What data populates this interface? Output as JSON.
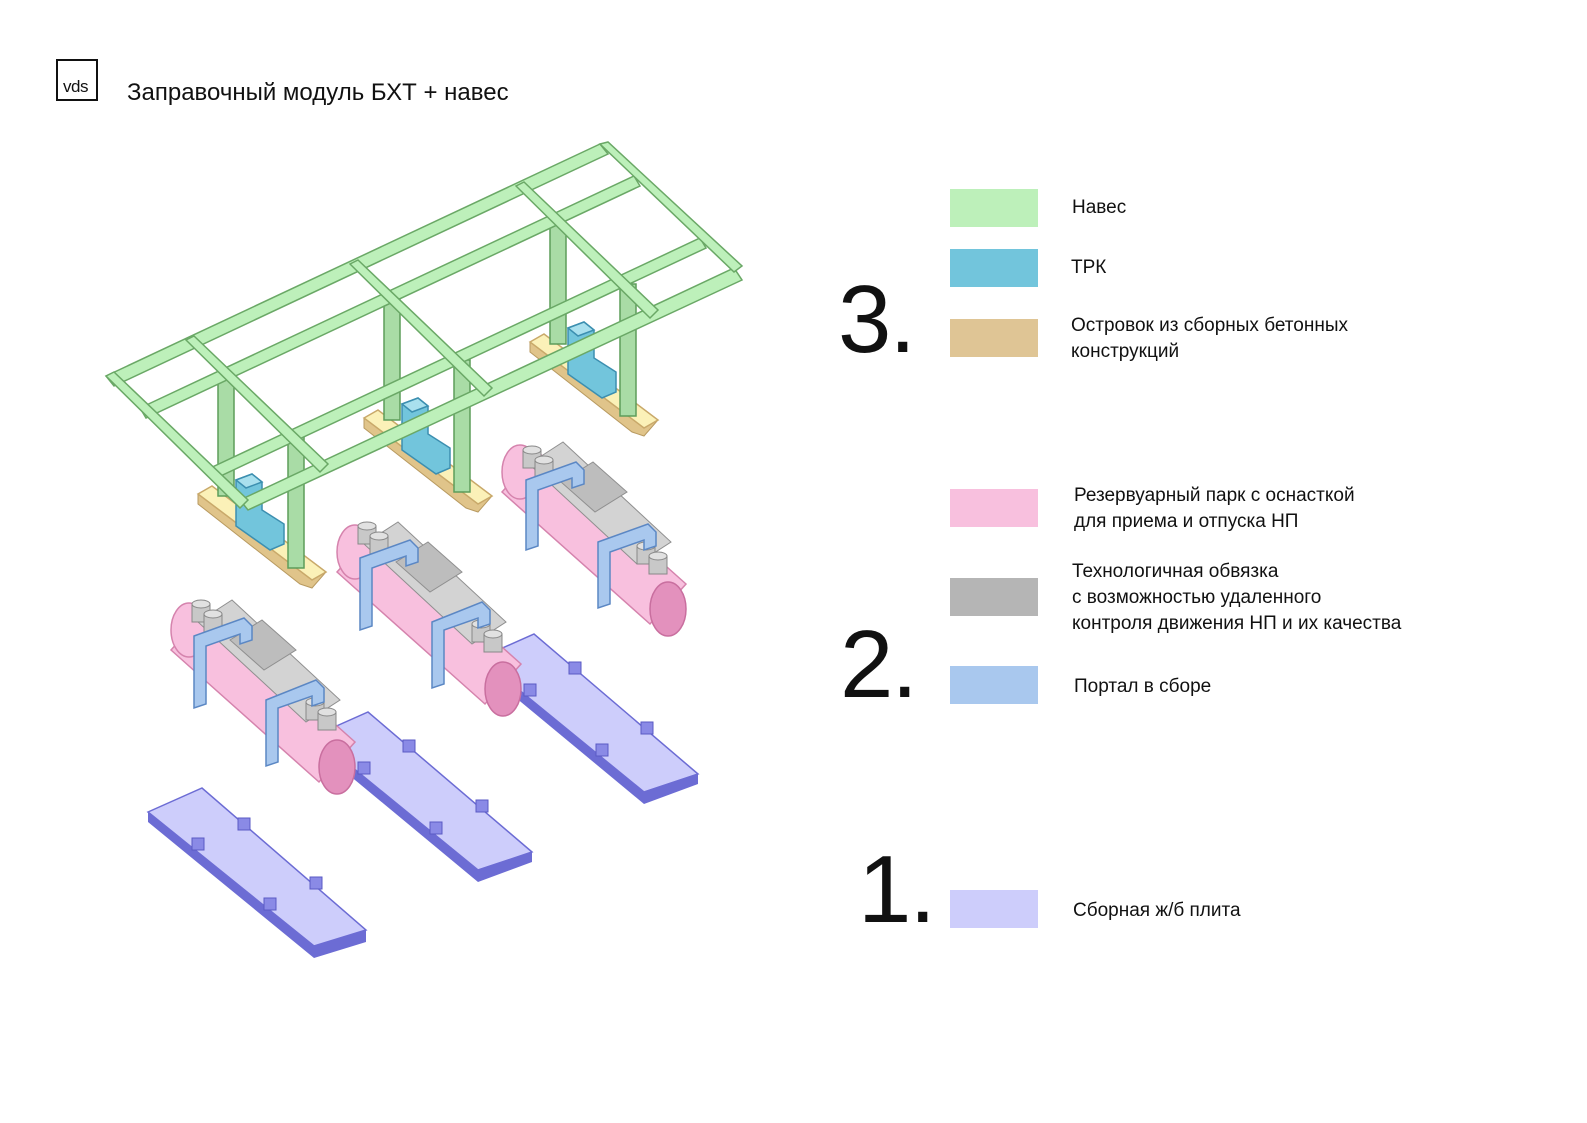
{
  "header": {
    "logo": "vds",
    "title": "Заправочный модуль БХТ + навес"
  },
  "colors": {
    "canopy": "#bdf0ba",
    "dispenser": "#72c5dc",
    "island": "#dfc595",
    "tank": "#f8c0de",
    "piping": "#b5b5b5",
    "portal": "#a9c8ee",
    "slab": "#cdcdfb"
  },
  "steps": {
    "step3": "3.",
    "step2": "2.",
    "step1": "1."
  },
  "legend": {
    "canopy": "Навес",
    "dispenser": "ТРК",
    "island_line1": "Островок из сборных бетонных",
    "island_line2": "конструкций",
    "tank_line1": "Резервуарный парк с оснасткой",
    "tank_line2": "для приема и отпуска НП",
    "piping_line1": "Технологичная обвязка",
    "piping_line2": "с возможностью удаленного",
    "piping_line3": "контроля движения НП и их качества",
    "portal": "Портал в сборе",
    "slab": "Сборная ж/б плита"
  }
}
